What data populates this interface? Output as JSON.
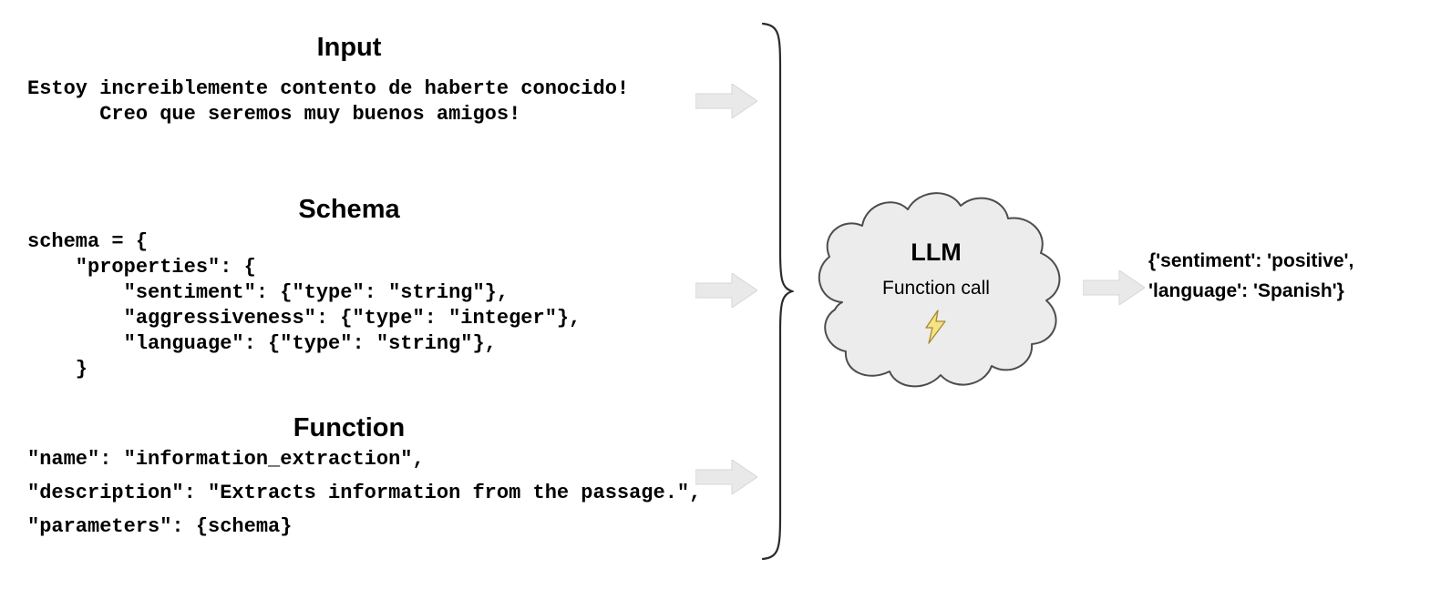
{
  "input": {
    "title": "Input",
    "text": "Estoy increiblemente contento de haberte conocido!\n      Creo que seremos muy buenos amigos!"
  },
  "schema": {
    "title": "Schema",
    "code": "schema = {\n    \"properties\": {\n        \"sentiment\": {\"type\": \"string\"},\n        \"aggressiveness\": {\"type\": \"integer\"},\n        \"language\": {\"type\": \"string\"},\n    }"
  },
  "function": {
    "title": "Function",
    "line1": "\"name\": \"information_extraction\",",
    "line2": "\"description\": \"Extracts information from the passage.\",",
    "line3": "\"parameters\": {schema}"
  },
  "llm": {
    "title": "LLM",
    "subtitle": "Function call",
    "icon": "lightning-bolt"
  },
  "output": {
    "line1": "{'sentiment': 'positive',",
    "line2": "'language': 'Spanish'}"
  },
  "colors": {
    "arrow_fill": "#e9e9e9",
    "arrow_edge": "#d6d6d6",
    "cloud_fill": "#ececec",
    "cloud_stroke": "#4d4d4d",
    "brace_stroke": "#2b2b2b",
    "bolt_fill": "#f5e386",
    "bolt_stroke": "#a8882e",
    "text": "#000000"
  }
}
